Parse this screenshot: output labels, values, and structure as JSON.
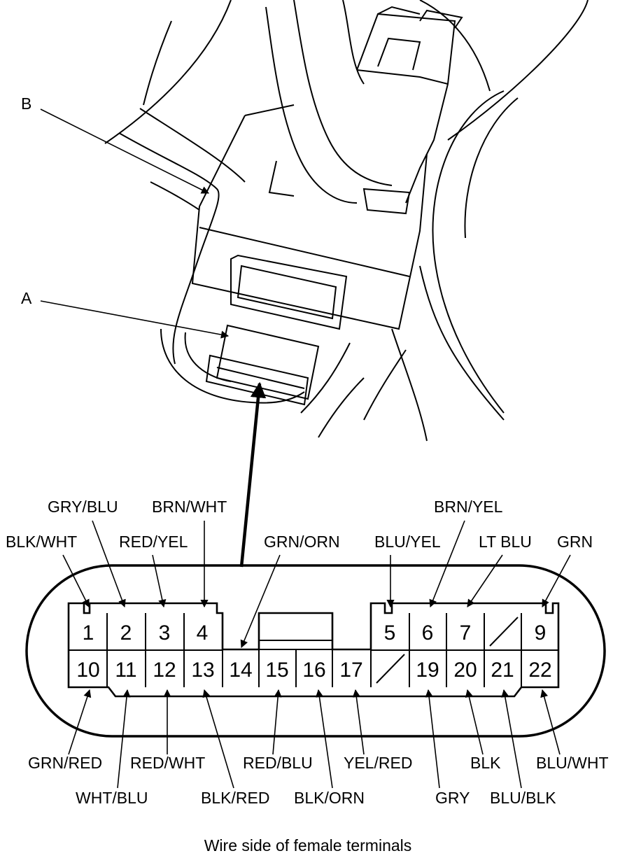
{
  "callouts": {
    "a": "A",
    "b": "B"
  },
  "caption": "Wire side of female terminals",
  "pins": {
    "p1": "1",
    "p2": "2",
    "p3": "3",
    "p4": "4",
    "p5": "5",
    "p6": "6",
    "p7": "7",
    "p9": "9",
    "p10": "10",
    "p11": "11",
    "p12": "12",
    "p13": "13",
    "p14": "14",
    "p15": "15",
    "p16": "16",
    "p17": "17",
    "p19": "19",
    "p20": "20",
    "p21": "21",
    "p22": "22"
  },
  "wires": {
    "w1": "BLK/WHT",
    "w2": "GRY/BLU",
    "w3": "RED/YEL",
    "w4": "BRN/WHT",
    "w5": "BLU/YEL",
    "w6": "BRN/YEL",
    "w7": "LT BLU",
    "w9": "GRN",
    "w10": "GRN/RED",
    "w11": "WHT/BLU",
    "w12": "RED/WHT",
    "w13": "BLK/RED",
    "w14": "GRN/ORN",
    "w15": "RED/BLU",
    "w16": "BLK/ORN",
    "w17": "YEL/RED",
    "w19": "GRY",
    "w20": "BLK",
    "w21": "BLU/BLK",
    "w22": "BLU/WHT"
  }
}
